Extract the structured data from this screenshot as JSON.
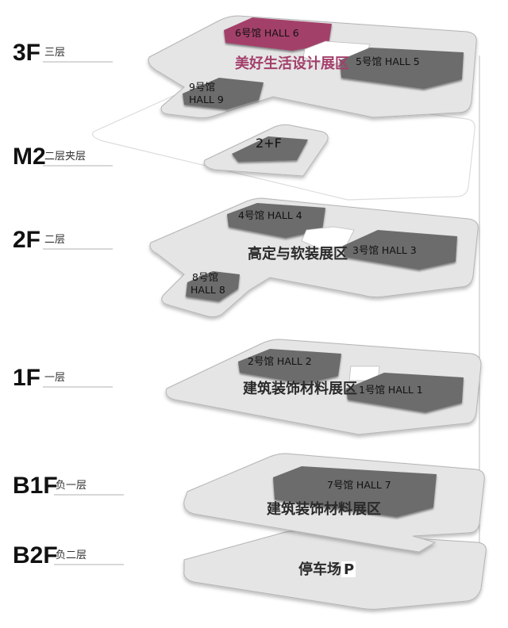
{
  "colors": {
    "slab": "#e5e5e5",
    "slab_edge": "#b4b4b4",
    "hall": "#6c6c6c",
    "hall_dark": "#585858",
    "accent": "#a33f6b",
    "zone_text": "#2a2a2a"
  },
  "floors": [
    {
      "code": "3F",
      "cn": "三层"
    },
    {
      "code": "M2",
      "cn": "二层夹层"
    },
    {
      "code": "2F",
      "cn": "二层"
    },
    {
      "code": "1F",
      "cn": "一层"
    },
    {
      "code": "B1F",
      "cn": "负一层"
    },
    {
      "code": "B2F",
      "cn": "负二层"
    }
  ],
  "halls": {
    "h6": "6号馆 HALL 6",
    "h5": "5号馆 HALL 5",
    "h9_cn": "9号馆",
    "h9_en": "HALL 9",
    "m2": "2+F",
    "h4": "4号馆 HALL 4",
    "h3": "3号馆 HALL 3",
    "h8_cn": "8号馆",
    "h8_en": "HALL 8",
    "h2": "2号馆 HALL 2",
    "h1": "1号馆 HALL 1",
    "h7": "7号馆 HALL 7"
  },
  "zones": {
    "f3": "美好生活设计展区",
    "f2": "高定与软装展区",
    "f1": "建筑装饰材料展区",
    "b1": "建筑装饰材料展区",
    "b2_text": "停车场",
    "b2_badge": "P"
  }
}
